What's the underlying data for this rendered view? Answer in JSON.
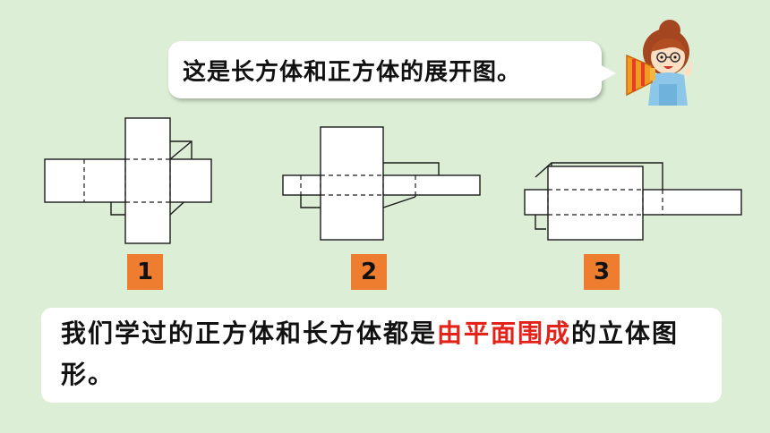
{
  "speech": {
    "text": "这是长方体和正方体的展开图。"
  },
  "labels": {
    "net1": "1",
    "net2": "2",
    "net3": "3"
  },
  "summary": {
    "part1": "我们学过的正方体和长方体都是",
    "highlight": "由平面围成",
    "part2": "的立体图形。"
  },
  "colors": {
    "badge": "#ee7d30",
    "highlight": "#e32219",
    "background": "#dcefd6"
  },
  "icons": {
    "character": "girl-with-megaphone-icon"
  }
}
